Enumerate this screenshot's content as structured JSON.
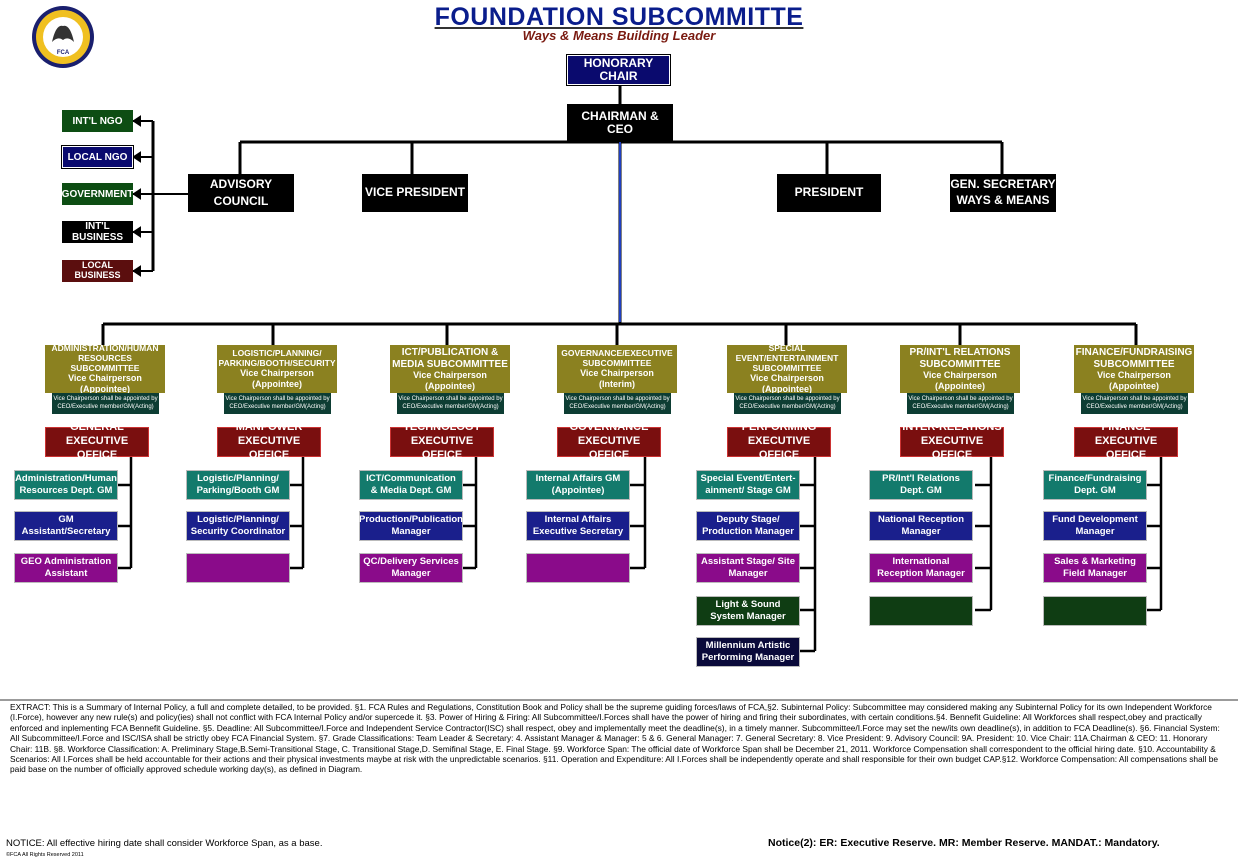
{
  "header": {
    "title": "FOUNDATION SUBCOMMITTE",
    "subtitle": "Ways & Means Building Leader",
    "logo_text": "FCA"
  },
  "top": {
    "honorary_chair": "HONORARY CHAIR",
    "chairman": "CHAIRMAN & CEO",
    "advisory_line1": "ADVISORY",
    "advisory_line2": "COUNCIL",
    "vice_president": "VICE PRESIDENT",
    "president": "PRESIDENT",
    "gen_sec_line1": "GEN. SECRETARY",
    "gen_sec_line2": "WAYS & MEANS"
  },
  "left_stack": [
    "INT'L NGO",
    "LOCAL NGO",
    "GOVERNMENT",
    "INT'L BUSINESS",
    "LOCAL BUSINESS"
  ],
  "vice_note": "Vice Chairperson shall be appointed by CEO/Executive member/GM(Acting)",
  "columns": [
    {
      "sub_title": "ADMINISTRATION/HUMAN RESOURCES SUBCOMMITTEE",
      "sub_role": "Vice Chairperson",
      "sub_status": "(Appointee)",
      "office_line1": "GENERAL",
      "office_line2": "EXECUTIVE OFFICE",
      "items": [
        "Administration/Human Resources Dept. GM",
        "GM Assistant/Secretary",
        "GEO Administration Assistant"
      ]
    },
    {
      "sub_title": "LOGISTIC/PLANNING/ PARKING/BOOTH/SECURITY",
      "sub_role": "Vice Chairperson",
      "sub_status": "(Appointee)",
      "office_line1": "MANPOWER",
      "office_line2": "EXECUTIVE OFFICE",
      "items": [
        "Logistic/Planning/ Parking/Booth GM",
        "Logistic/Planning/ Security Coordinator",
        ""
      ]
    },
    {
      "sub_title": "ICT/PUBLICATION & MEDIA SUBCOMMITTEE",
      "sub_role": "Vice Chairperson",
      "sub_status": "(Appointee)",
      "office_line1": "TECHNOLOGY",
      "office_line2": "EXECUTIVE OFFICE",
      "items": [
        "ICT/Communication & Media Dept. GM",
        "Production/Publication Manager",
        "QC/Delivery Services Manager"
      ]
    },
    {
      "sub_title": "GOVERNANCE/EXECUTIVE SUBCOMMITTEE",
      "sub_role": "Vice Chairperson",
      "sub_status": "(Interim)",
      "office_line1": "GOVERNANCE",
      "office_line2": "EXECUTIVE OFFICE",
      "items": [
        "Internal Affairs GM (Appointee)",
        "Internal Affairs Executive Secretary",
        ""
      ]
    },
    {
      "sub_title": "SPECIAL EVENT/ENTERTAINMENT SUBCOMMITTEE",
      "sub_role": "Vice Chairperson",
      "sub_status": "(Appointee)",
      "office_line1": "PERFORMING",
      "office_line2": "EXECUTIVE OFFICE",
      "items": [
        "Special Event/Entert- ainment/ Stage GM",
        "Deputy Stage/ Production Manager",
        "Assistant Stage/ Site Manager",
        "Light & Sound System Manager",
        "Millennium Artistic Performing Manager"
      ]
    },
    {
      "sub_title": "PR/INT'L RELATIONS SUBCOMMITTEE",
      "sub_role": "Vice Chairperson",
      "sub_status": "(Appointee)",
      "office_line1": "INTER-RELATIONS",
      "office_line2": "EXECUTIVE OFFICE",
      "items": [
        "PR/Int'l Relations Dept. GM",
        "National Reception Manager",
        "International Reception Manager",
        ""
      ]
    },
    {
      "sub_title": "FINANCE/FUNDRAISING SUBCOMMITTEE",
      "sub_role": "Vice Chairperson",
      "sub_status": "(Appointee)",
      "office_line1": "FINANCE",
      "office_line2": "EXECUTIVE OFFICE",
      "items": [
        "Finance/Fundraising Dept. GM",
        "Fund Development Manager",
        "Sales & Marketing Field Manager",
        ""
      ]
    }
  ],
  "footer": {
    "extract": "EXTRACT: This is a Summary of Internal Policy, a full and complete detailed, to be provided. §1. FCA Rules and Regulations, Constitution Book and Policy shall be the supreme guiding forces/laws of FCA,§2. Subinternal Policy: Subcommittee may considered making any Subinternal Policy for its own Independent Workforce (I.Force), however any new rule(s) and policy(ies) shall not conflict with FCA Internal Policy and/or supercede it. §3. Power of Hiring & Firing: All Subcommittee/I.Forces shall have the power of hiring and firing their subordinates, with certain conditions.§4. Bennefit Guideline: All Workforces shall respect,obey and practically enforced and inplementing FCA Bennefit Guideline. §5. Deadline: All Subcommittee/I.Force and Independent Service Contractor(ISC) shall respect, obey and implementally meet the deadline(s), in a timely manner. Subcommittee/I.Force may set the new/its own deadline(s), in addition to FCA Deadline(s). §6. Financial System: All Subcommittee/I.Force and ISC/ISA shall be strictly obey FCA Financial System. §7. Grade Classifications: Team Leader & Secretary: 4. Assistant Manager & Manager: 5 & 6. General Manager: 7. General Secretary: 8. Vice President: 9. Advisory Council: 9A. President: 10. Vice Chair: 11A.Chairman & CEO: 11. Honorary Chair: 11B. §8. Workforce Classification: A. Preliminary Stage,B.Semi-Transitional Stage, C. Transitional Stage,D. Semifinal Stage, E. Final Stage. §9. Workforce Span: The official date of Workforce Span shall be December 21, 2011. Workforce Compensation shall correspondent to the official hiring date. §10. Accountability & Scenarios: All I.Forces shall be held accountable for their actions and their physical investments maybe at risk with the unpredictable scenarios. §11. Operation and Expenditure: All I.Forces shall be independently operate and shall responsible for their own budget CAP.§12. Workforce Compensation: All compensations shall be paid base on the number of officially approved schedule working day(s), as defined in Diagram.",
    "notice1": "NOTICE: All effective hiring date shall consider Workforce Span, as a base.",
    "copyright": "©FCA All Rights Reserved 2011",
    "notice2": "Notice(2): ER: Executive Reserve. MR: Member Reserve. MANDAT.: Mandatory."
  }
}
